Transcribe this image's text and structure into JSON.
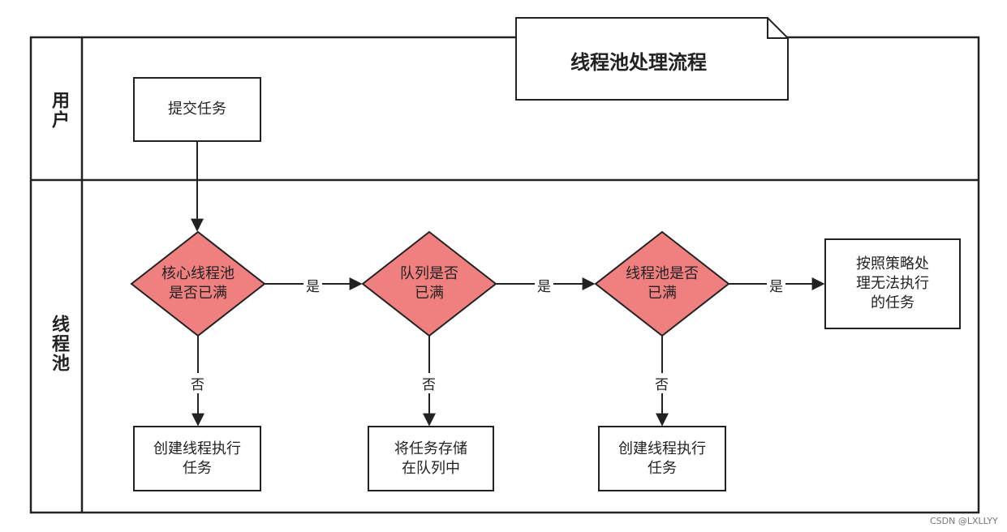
{
  "title": "线程池处理流程",
  "lanes": [
    {
      "label": "用户"
    },
    {
      "label": "线程池"
    }
  ],
  "nodes": {
    "submit": "提交任务",
    "core_full": "核心线程池\n是否已满",
    "queue_full": "队列是否\n已满",
    "pool_full": "线程池是否\n已满",
    "reject": "按照策略处\n理无法执行\n的任务",
    "create_core": "创建线程执行\n任务",
    "store_queue": "将任务存储\n在队列中",
    "create_thread": "创建线程执行\n任务"
  },
  "edge_labels": {
    "yes": "是",
    "no": "否"
  },
  "colors": {
    "diamond_fill": "#f08080",
    "stroke": "#222222"
  },
  "watermark": "CSDN @LXLLYY"
}
